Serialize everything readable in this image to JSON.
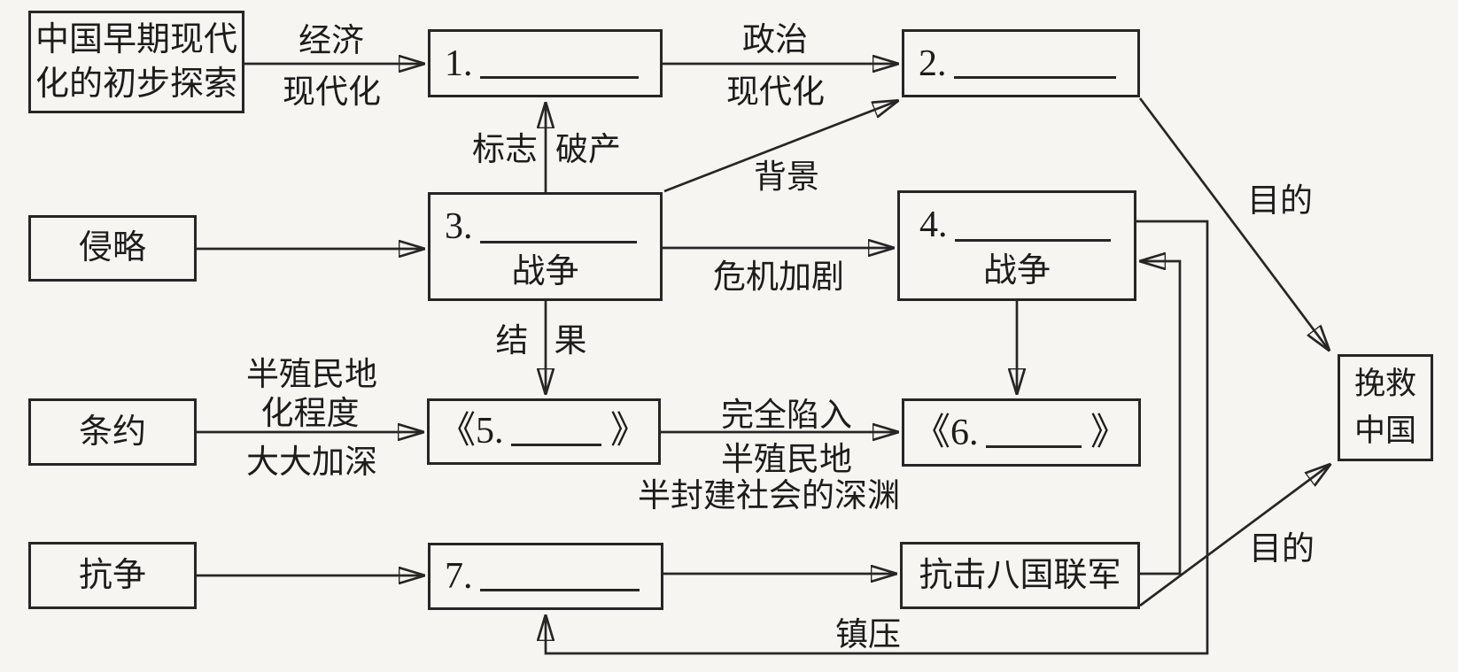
{
  "page": {
    "background": "#f6f5f2",
    "line_color": "#262626",
    "text_color": "#1c1c1c"
  },
  "nodes": {
    "explore": "中国早期现代化的初步探索",
    "invasion": "侵略",
    "treaty": "条约",
    "resistance": "抗争",
    "blank1_no": "1.",
    "blank2_no": "2.",
    "blank3_no": "3.",
    "blank3_sub": "战争",
    "blank4_no": "4.",
    "blank4_sub": "战争",
    "blank5_prefix": "《5.",
    "blank5_suffix": "》",
    "blank6_prefix": "《6.",
    "blank6_suffix": "》",
    "blank7_no": "7.",
    "fight_allies": "抗击八国联军",
    "save_china": "挽救中国"
  },
  "edges": {
    "economic_top": "经济",
    "economic_bottom": "现代化",
    "political_top": "政治",
    "political_bottom": "现代化",
    "mark": "标志",
    "bankruptcy": "破产",
    "background": "背景",
    "crisis": "危机加剧",
    "result_left": "结",
    "result_right": "果",
    "deepen_line1": "半殖民地",
    "deepen_line2": "化程度",
    "deepen_line3": "大大加深",
    "fall_top": "完全陷入",
    "fall_bottom1": "半殖民地",
    "fall_bottom2": "半封建社会的深渊",
    "suppress": "镇压",
    "purpose_upper": "目的",
    "purpose_lower": "目的"
  }
}
